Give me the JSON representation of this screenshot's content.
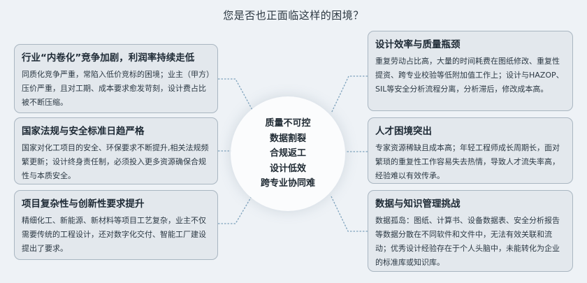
{
  "title": "您是否也正面临这样的困境？",
  "hub": {
    "items": [
      "质量不可控",
      "数据割裂",
      "合规返工",
      "设计低效",
      "跨专业协同难"
    ]
  },
  "left_cards": [
    {
      "title": "行业“内卷化”竞争加剧，利润率持续走低",
      "body": "同质化竞争严重，常陷入低价竞标的困境；业主（甲方）压价严重，且对工期、成本要求愈发苛刻，设计费占比被不断压缩。"
    },
    {
      "title": "国家法规与安全标准日趋严格",
      "body": "国家对化工项目的安全、环保要求不断提升,相关法规频繁更新；设计终身责任制，必须投入更多资源确保合规性与本质安全。"
    },
    {
      "title": "项目复杂性与创新性要求提升",
      "body": "精细化工、新能源、新材料等项目工艺复杂，业主不仅需要传统的工程设计，还对数字化交付、智能工厂建设提出了要求。"
    }
  ],
  "right_cards": [
    {
      "title": "设计效率与质量瓶颈",
      "body": "重复劳动占比高，大量的时间耗费在图纸修改、重复性提资、跨专业校验等低附加值工作上；设计与HAZOP、SIL等安全分析流程分离，分析滞后，修改成本高。"
    },
    {
      "title": "人才困境突出",
      "body": "专家资源稀缺且成本高；年轻工程师成长周期长，面对繁琐的重复性工作容易失去热情，导致人才流失率高，经验难以有效传承。"
    },
    {
      "title": "数据与知识管理挑战",
      "body": "数据孤岛：图纸、计算书、设备数据表、安全分析报告等数据分散在不同软件和文件中，无法有效关联和流动；优秀设计经验存在于个人头脑中，未能转化为企业的标准库或知识库。"
    }
  ],
  "colors": {
    "background": "#eef2f6",
    "card_fill": "#e3e8ed",
    "card_border": "#a9b6c1",
    "connector": "#7fa3bd",
    "hub_fill": "#fbfcfd"
  }
}
